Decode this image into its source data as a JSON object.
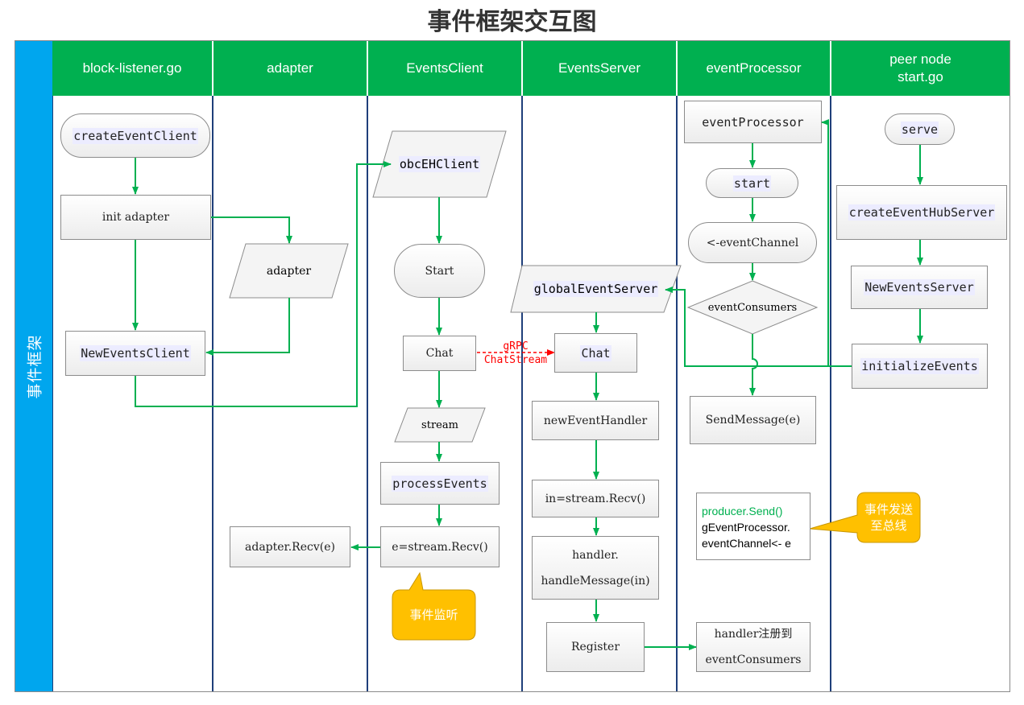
{
  "title": "事件框架交互图",
  "side_label": "事件框架",
  "lanes": [
    {
      "label": "block-listener.go"
    },
    {
      "label": "adapter"
    },
    {
      "label": "EventsClient"
    },
    {
      "label": "EventsServer"
    },
    {
      "label": "eventProcessor"
    },
    {
      "label": "peer node\nstart.go"
    }
  ],
  "nodes": {
    "create_event_client": "createEventClient",
    "init_adapter": "init adapter",
    "new_events_client": "NewEventsClient",
    "adapter_data": "adapter",
    "adapter_recv": "adapter.Recv(e)",
    "obc_eh_client": "obcEHClient",
    "start": "Start",
    "chat_client": "Chat",
    "stream": "stream",
    "process_events": "processEvents",
    "stream_recv": "e=stream.Recv()",
    "global_event_server": "globalEventServer",
    "chat_server": "Chat",
    "new_event_handler": "newEventHandler",
    "in_stream_recv": "in=stream.Recv()",
    "handle_message_1": "handler.",
    "handle_message_2": "handleMessage(in)",
    "register": "Register",
    "event_processor": "eventProcessor",
    "ep_start": "start",
    "event_channel": "<-eventChannel",
    "event_consumers_decision": "eventConsumers",
    "send_message": "SendMessage(e)",
    "producer_send": "producer.Send()",
    "g_event_processor": "gEventProcessor.",
    "event_channel_send": "eventChannel<- e",
    "handler_register_1": "handler注册到",
    "handler_register_2": "eventConsumers",
    "serve": "serve",
    "create_event_hub_server": "createEventHubServer",
    "new_events_server": "NewEventsServer",
    "initialize_events": "initializeEvents"
  },
  "annotations": {
    "grpc_1": "gRPC",
    "grpc_2": "ChatStream",
    "event_listen": "事件监听",
    "event_send_1": "事件发送",
    "event_send_2": "至总线"
  },
  "colors": {
    "header_green": "#00b050",
    "side_blue": "#00a6ee",
    "arrow_green": "#00b050",
    "callout_orange": "#ffc000",
    "grpc_red": "#ff0000",
    "producer_green": "#00b050",
    "code_highlight": "#ececff"
  }
}
